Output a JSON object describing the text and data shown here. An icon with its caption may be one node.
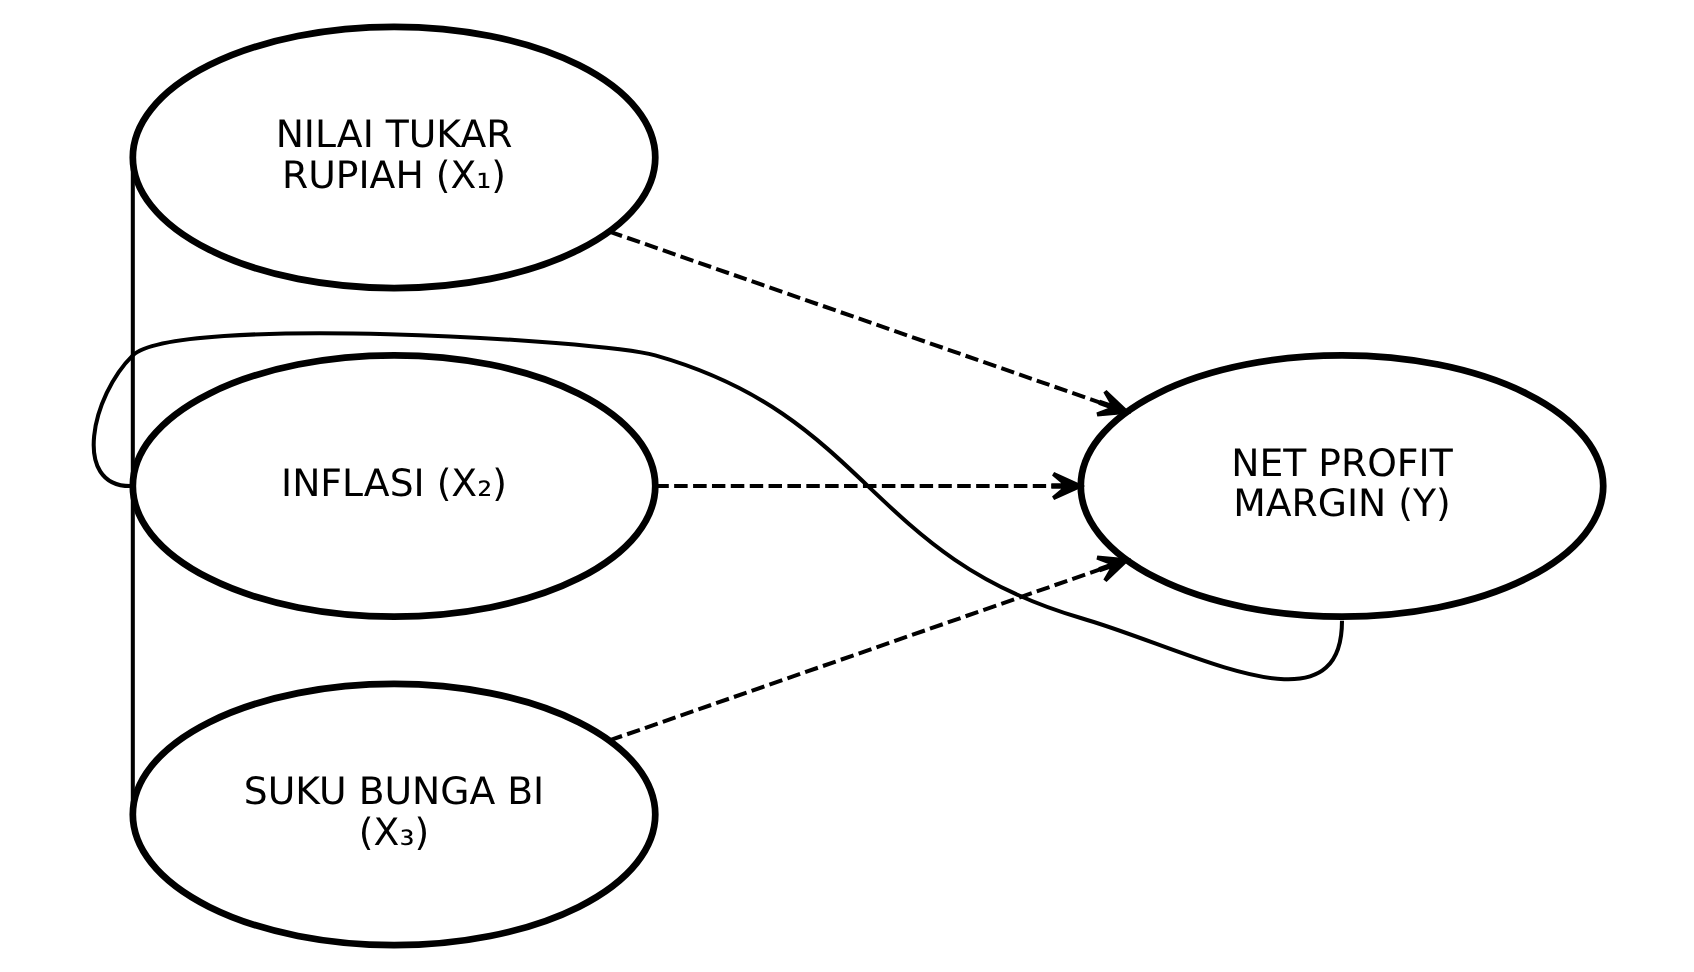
{
  "diagram": {
    "nodes": [
      {
        "text": [
          "NILAI TUKAR RUPIAH (X₁)"
        ]
      },
      {
        "text": [
          "INFLASI (X₂)"
        ]
      },
      {
        "text": [
          "SUKU BUNGA BI (X₃)"
        ]
      },
      {
        "text": [
          "NET PROFIT MARGIN (Y)"
        ]
      }
    ],
    "edges": [
      {
        "from": 0,
        "to": 3,
        "arrow": "to",
        "style": "dashed"
      },
      {
        "from": 1,
        "to": 3,
        "arrow": "to",
        "style": "dashed"
      },
      {
        "from": 2,
        "to": 3,
        "arrow": "to",
        "style": "dashed"
      },
      {
        "from": 0,
        "to": 2,
        "arrow": "none"
      },
      {
        "from": 1,
        "to": 3,
        "arrow": "none"
      }
    ]
  }
}
